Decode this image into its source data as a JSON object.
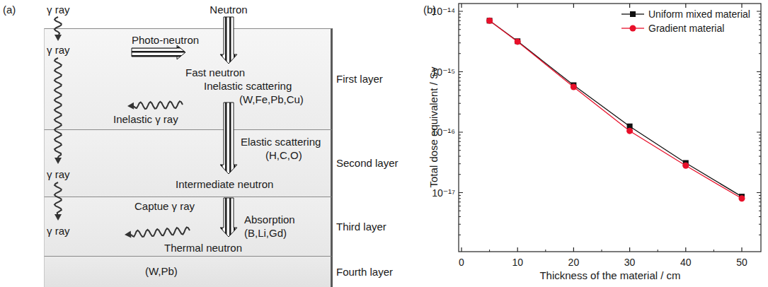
{
  "diagram": {
    "nodes": [
      {
        "text": [
          "First layer"
        ]
      },
      {
        "text": [
          "Second layer"
        ]
      },
      {
        "text": [
          "Third layer"
        ]
      },
      {
        "text": [
          "Fourth layer"
        ]
      }
    ],
    "labels": [
      "(a)",
      "γ ray",
      "Neutron",
      "γ ray",
      "Photo-neutron",
      "Fast neutron",
      "Inelastic scattering",
      "(W,Fe,Pb,Cu)",
      "Inelastic γ ray",
      "Elastic scattering",
      "(H,C,O)",
      "γ ray",
      "Intermediate neutron",
      "Captue γ ray",
      "Absorption",
      "(B,Li,Gd)",
      "γ ray",
      "Thermal neutron",
      "(W,Pb)",
      "(b)",
      "Total dose equivalent / Sv",
      "Thickness of the material / cm",
      "0",
      "10",
      "20",
      "30",
      "40",
      "50",
      "10⁻¹⁴",
      "10⁻¹⁵",
      "10⁻¹⁶",
      "10⁻¹⁷"
    ],
    "legend": [
      {
        "text": "Uniform mixed material"
      },
      {
        "text": "Gradient material"
      }
    ]
  }
}
